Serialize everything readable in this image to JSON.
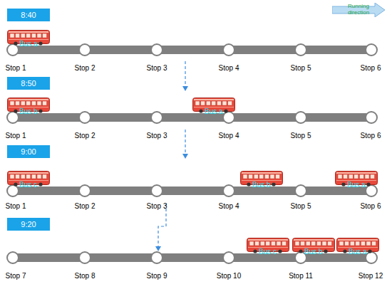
{
  "diagram": {
    "nodes": [
      {
        "text": [
          "8:40"
        ]
      },
      {
        "text": [
          "Running direction"
        ]
      },
      {
        "text": [
          "Bus a"
        ]
      },
      {
        "text": [
          "8:50"
        ]
      },
      {
        "text": [
          "Bus b"
        ]
      },
      {
        "text": [
          "Bus a"
        ]
      },
      {
        "text": [
          "9:00"
        ]
      },
      {
        "text": [
          "Bus c"
        ]
      },
      {
        "text": [
          "Bus b"
        ]
      },
      {
        "text": [
          "Bus a"
        ]
      },
      {
        "text": [
          "9:20"
        ]
      },
      {
        "text": [
          "Bus c"
        ]
      },
      {
        "text": [
          "Bus b"
        ]
      },
      {
        "text": [
          "Bus a"
        ]
      }
    ],
    "labels": [
      "Stop 1",
      "Stop 2",
      "Stop 3",
      "Stop 4",
      "Stop 5",
      "Stop 6",
      "Stop 1",
      "Stop 2",
      "Stop 3",
      "Stop 4",
      "Stop 5",
      "Stop 6",
      "Stop 1",
      "Stop 2",
      "Stop 3",
      "Stop 4",
      "Stop 5",
      "Stop 6",
      "Stop 7",
      "Stop 8",
      "Stop 9",
      "Stop 10",
      "Stop 11",
      "Stop 12"
    ]
  }
}
